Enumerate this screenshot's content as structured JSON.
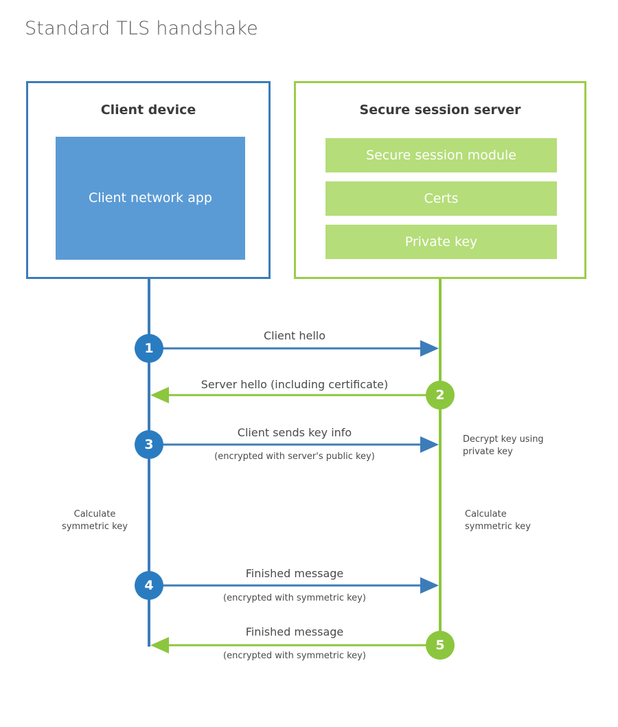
{
  "diagram": {
    "title": "Standard TLS handshake",
    "colors": {
      "client_border": "#3c7cb9",
      "client_app_fill": "#5b9bd5",
      "client_accent": "#2a7cc0",
      "server_border": "#9ccc49",
      "server_module_fill": "#b5dd79",
      "server_accent": "#8cc63e",
      "text": "#4a4a4c",
      "title_text": "#58595b",
      "background": "#ffffff"
    }
  },
  "client": {
    "title": "Client device",
    "app_label": "Client network app",
    "notes": [
      {
        "id": "client-calc-symmetric-key",
        "text": "Calculate\nsymmetric key"
      }
    ]
  },
  "server": {
    "title": "Secure session server",
    "modules": [
      {
        "label": "Secure session module"
      },
      {
        "label": "Certs"
      },
      {
        "label": "Private key"
      }
    ],
    "notes": [
      {
        "id": "server-decrypt-key",
        "text": "Decrypt key using\nprivate key"
      },
      {
        "id": "server-calc-symmetric-key",
        "text": "Calculate\nsymmetric key"
      }
    ]
  },
  "steps": [
    {
      "number": "1",
      "direction": "client-to-server",
      "color": "blue",
      "label": "Client hello",
      "sublabel": ""
    },
    {
      "number": "2",
      "direction": "server-to-client",
      "color": "green",
      "label": "Server hello (including certificate)",
      "sublabel": ""
    },
    {
      "number": "3",
      "direction": "client-to-server",
      "color": "blue",
      "label": "Client sends key info",
      "sublabel": "(encrypted with server's public key)"
    },
    {
      "number": "4",
      "direction": "client-to-server",
      "color": "blue",
      "label": "Finished message",
      "sublabel": "(encrypted with symmetric key)"
    },
    {
      "number": "5",
      "direction": "server-to-client",
      "color": "green",
      "label": "Finished message",
      "sublabel": "(encrypted with symmetric key)"
    }
  ]
}
